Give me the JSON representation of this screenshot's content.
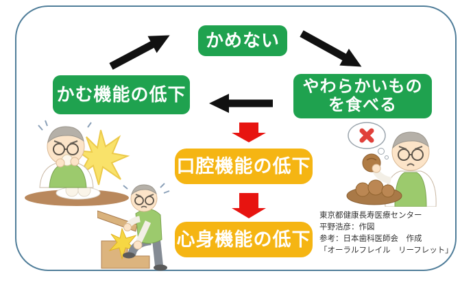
{
  "diagram_title": "oral-frailty-cycle",
  "boxes": {
    "cannot_chew": {
      "label": "かめない"
    },
    "eat_soft": {
      "line1": "やわらかいもの",
      "line2": "を食べる"
    },
    "chew_decline": {
      "label": "かむ機能の低下"
    },
    "oral_decline": {
      "label": "口腔機能の低下"
    },
    "mind_body_decline": {
      "label": "心身機能の低下"
    }
  },
  "colors": {
    "box_green": "#1fa24f",
    "box_orange": "#f5b513",
    "arrow_black": "#111111",
    "arrow_red": "#e71410",
    "frame_border": "#4f7d99"
  },
  "attribution": {
    "line1": "東京都健康長寿医療センター",
    "line2": "平野浩彦：作図",
    "line3": "参考：日本歯科医師会　作成",
    "line4": "「オーラルフレイル　リーフレット」"
  }
}
